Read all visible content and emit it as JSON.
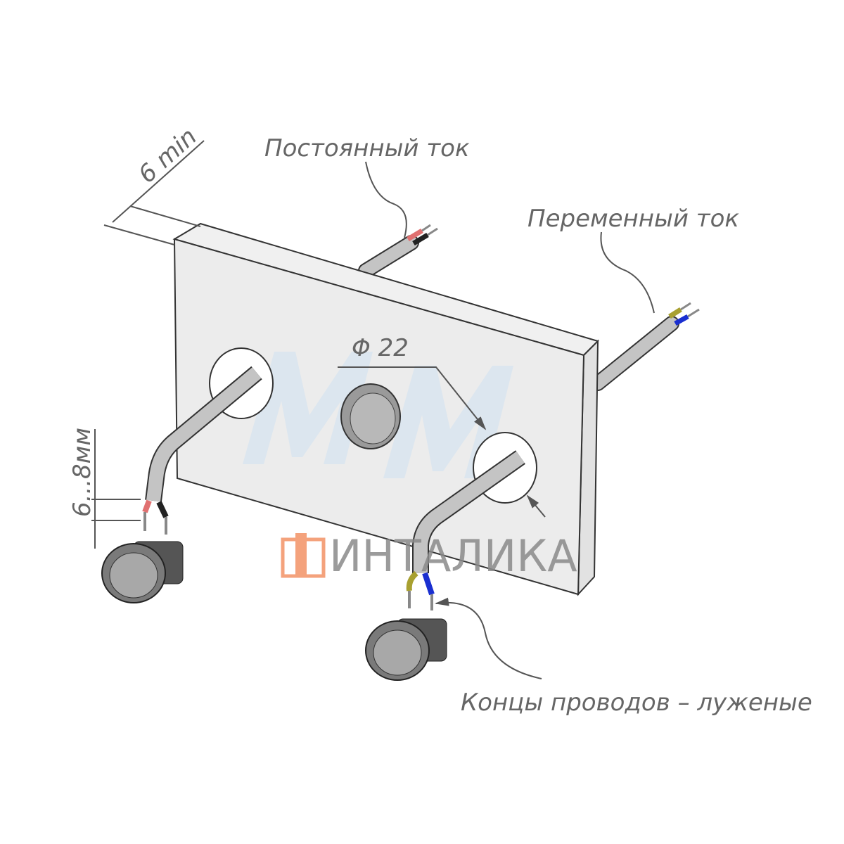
{
  "labels": {
    "thickness": "6 min",
    "dc": "Постоянный ток",
    "ac": "Переменный ток",
    "diameter": "Φ 22",
    "strip_length": "6...8мм",
    "wire_ends": "Концы проводов – луженые"
  },
  "watermark": {
    "brand": "ИНТАЛИКА",
    "logo_color": "#f4a27c"
  },
  "wire_colors": {
    "red": "#e07070",
    "black": "#222222",
    "yellow": "#a8a030",
    "blue": "#1a2fd0",
    "cable": "#bdbdbd"
  }
}
